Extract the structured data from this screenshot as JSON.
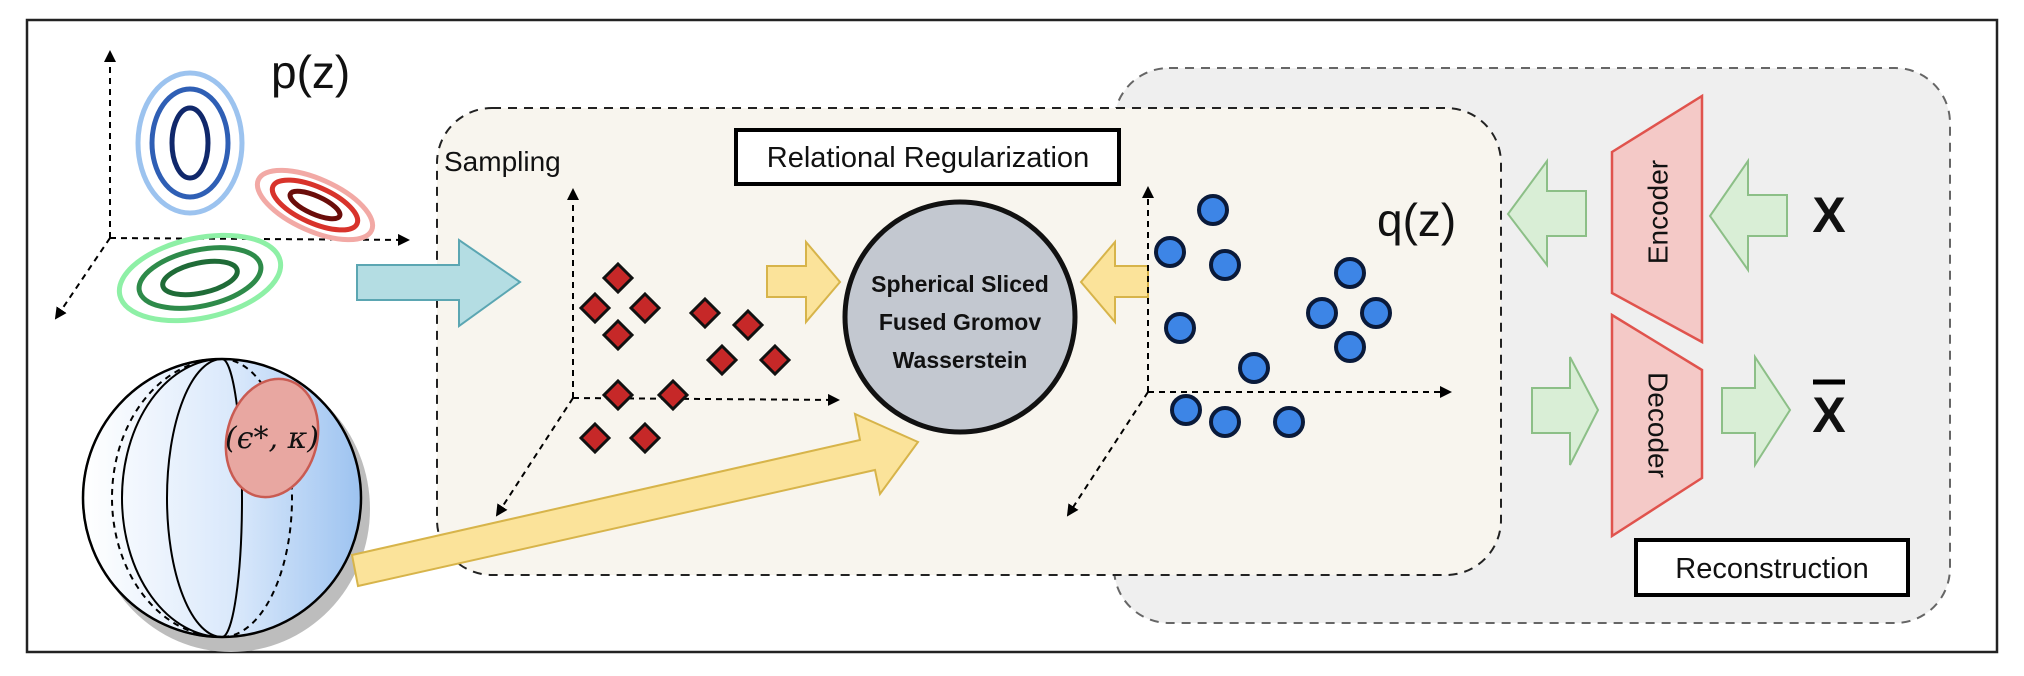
{
  "labels": {
    "p_z": "p(z)",
    "q_z": "q(z)",
    "sampling": "Sampling",
    "relational_regularization": "Relational Regularization",
    "sswg_line1": "Spherical Sliced",
    "sswg_line2": "Fused Gromov",
    "sswg_line3": "Wasserstein",
    "encoder": "Encoder",
    "decoder": "Decoder",
    "x": "X",
    "x_bar": "X",
    "reconstruction": "Reconstruction",
    "vmf_params": "(ϵ*, κ)"
  },
  "colors": {
    "sampling_panel": "#f8f5ee",
    "reconstruction_panel": "#efefef",
    "teal_arrow": "#b4dde3",
    "yellow_arrow": "#fbe39a",
    "green_arrow": "#d9eed6",
    "network_fill": "#f4c9c7",
    "network_stroke": "#e0534d",
    "diamond": "#c62828",
    "latent_point": "#3d85e6",
    "sswg_circle": "#c3c8d0"
  }
}
